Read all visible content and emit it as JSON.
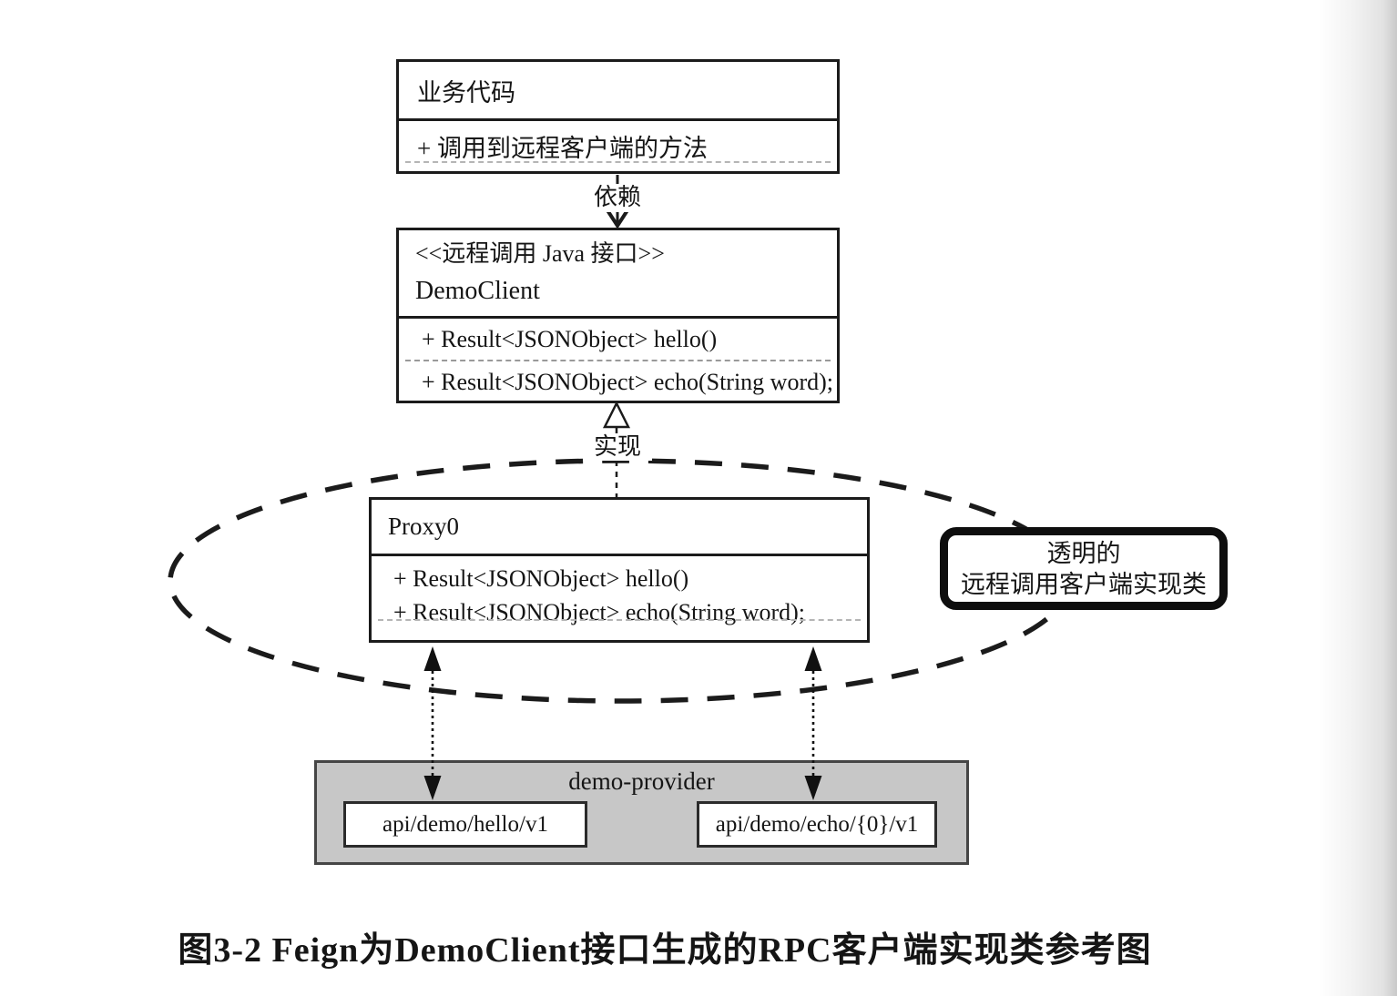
{
  "diagram": {
    "business_box": {
      "title": "业务代码",
      "method": "+ 调用到远程客户端的方法"
    },
    "dependency_label": "依赖",
    "interface_box": {
      "stereotype": "<<远程调用 Java 接口>>",
      "name": "DemoClient",
      "methods": [
        "+ Result<JSONObject> hello()",
        "+ Result<JSONObject> echo(String word);"
      ]
    },
    "realization_label": "实现",
    "proxy_box": {
      "name": "Proxy0",
      "methods": [
        "+ Result<JSONObject> hello()",
        "+ Result<JSONObject> echo(String word);"
      ]
    },
    "callout": {
      "line1": "透明的",
      "line2": "远程调用客户端实现类"
    },
    "provider_box": {
      "title": "demo-provider",
      "endpoints": [
        "api/demo/hello/v1",
        "api/demo/echo/{0}/v1"
      ]
    },
    "caption": "图3-2  Feign为DemoClient接口生成的RPC客户端实现类参考图",
    "colors": {
      "line": "#1b1b1b",
      "provider_fill": "#c7c7c7",
      "page_edge": "#c9c9c9"
    }
  }
}
